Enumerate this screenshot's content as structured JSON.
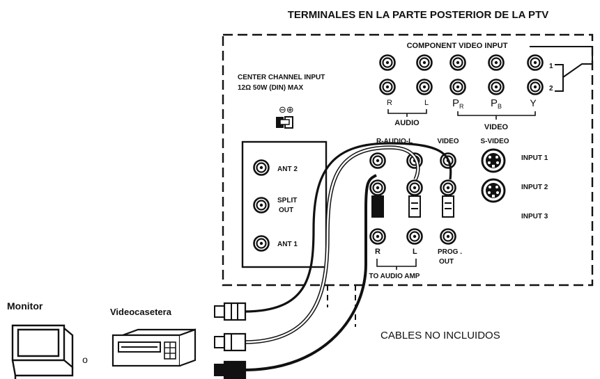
{
  "title": "TERMINALES EN LA PARTE POSTERIOR DE LA PTV",
  "component": {
    "label": "COMPONENT VIDEO INPUT",
    "row1": "1",
    "row2": "2",
    "audio_label": "AUDIO",
    "video_label": "VIDEO",
    "r": "R",
    "l": "L",
    "pr": "P",
    "pr_sub": "R",
    "pb": "P",
    "pb_sub": "B",
    "y": "Y"
  },
  "center_channel": {
    "line1": "CENTER CHANNEL INPUT",
    "line2": "12Ω  50W  (DIN) MAX",
    "polarity": "⊖⊕"
  },
  "antenna": {
    "ant2": "ANT 2",
    "split1": "SPLIT",
    "split2": "OUT",
    "ant1": "ANT 1"
  },
  "inputs": {
    "audio_hdr": "R-AUDIO-L",
    "video_hdr": "VIDEO",
    "svideo_hdr": "S-VIDEO",
    "input1": "INPUT 1",
    "input2": "INPUT 2",
    "input3": "INPUT 3"
  },
  "outputs": {
    "r": "R",
    "l": "L",
    "prog": "PROG .",
    "out": "OUT",
    "to_amp": "TO AUDIO AMP"
  },
  "monitor_label": "Monitor",
  "vcr_label": "Videocasetera",
  "or_symbol": "o",
  "cables_note": "CABLES NO INCLUIDOS"
}
